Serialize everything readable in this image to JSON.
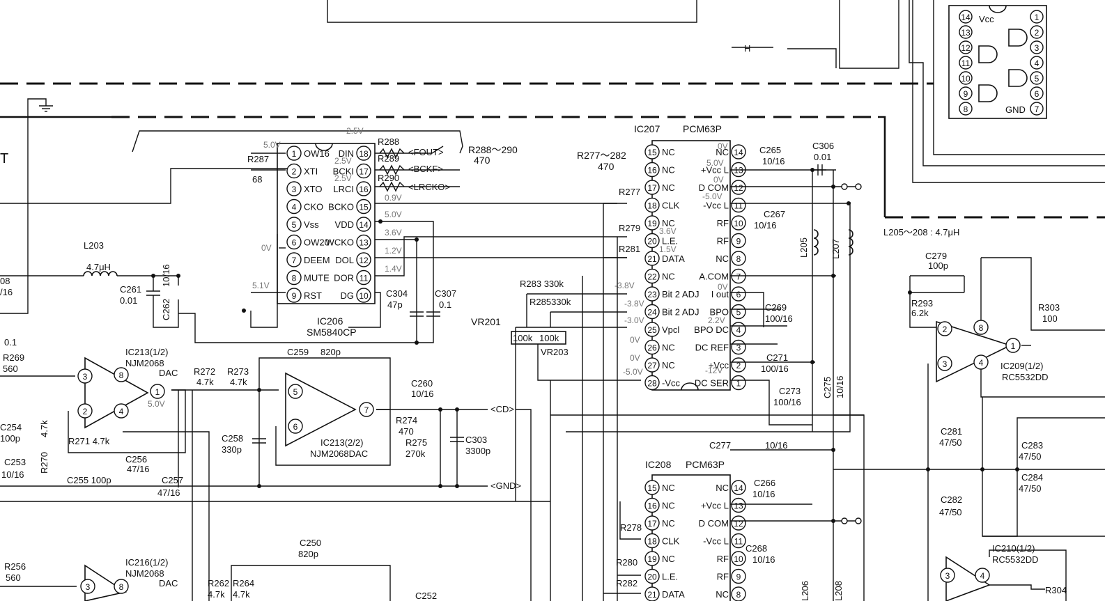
{
  "ic206": {
    "ref": "IC206",
    "part": "SM5840CP",
    "left_pins": [
      {
        "n": "1",
        "name": "OW16"
      },
      {
        "n": "2",
        "name": "XTI"
      },
      {
        "n": "3",
        "name": "XTO"
      },
      {
        "n": "4",
        "name": "CKO"
      },
      {
        "n": "5",
        "name": "Vss"
      },
      {
        "n": "6",
        "name": "OW20"
      },
      {
        "n": "7",
        "name": "DEEM"
      },
      {
        "n": "8",
        "name": "MUTE"
      },
      {
        "n": "9",
        "name": "RST"
      }
    ],
    "right_pins": [
      {
        "n": "18",
        "name": "DIN"
      },
      {
        "n": "17",
        "name": "BCKI"
      },
      {
        "n": "16",
        "name": "LRCI"
      },
      {
        "n": "15",
        "name": "BCKO"
      },
      {
        "n": "14",
        "name": "VDD"
      },
      {
        "n": "13",
        "name": "WCKO"
      },
      {
        "n": "12",
        "name": "DOL"
      },
      {
        "n": "11",
        "name": "DOR"
      },
      {
        "n": "10",
        "name": "DG"
      }
    ],
    "voltages": [
      "5.0V",
      "2.5V",
      "2.5V",
      "2.5V",
      "0.9V",
      "5.0V",
      "3.6V",
      "1.2V",
      "1.4V",
      "0V",
      "5.1V"
    ]
  },
  "ic207": {
    "ref": "IC207",
    "part": "PCM63P",
    "left_pins": [
      {
        "n": "15",
        "name": "NC"
      },
      {
        "n": "16",
        "name": "NC"
      },
      {
        "n": "17",
        "name": "NC"
      },
      {
        "n": "18",
        "name": "CLK"
      },
      {
        "n": "19",
        "name": "NC"
      },
      {
        "n": "20",
        "name": "L.E."
      },
      {
        "n": "21",
        "name": "DATA"
      },
      {
        "n": "22",
        "name": "NC"
      },
      {
        "n": "23",
        "name": "Bit 2 ADJ"
      },
      {
        "n": "24",
        "name": "Bit 2 ADJ"
      },
      {
        "n": "25",
        "name": "Vpcl"
      },
      {
        "n": "26",
        "name": "NC"
      },
      {
        "n": "27",
        "name": "NC"
      },
      {
        "n": "28",
        "name": "-Vcc"
      }
    ],
    "right_pins": [
      {
        "n": "14",
        "name": "NC"
      },
      {
        "n": "13",
        "name": "+Vcc L"
      },
      {
        "n": "12",
        "name": "D COM"
      },
      {
        "n": "11",
        "name": "-Vcc L"
      },
      {
        "n": "10",
        "name": "RF"
      },
      {
        "n": "9",
        "name": "RF"
      },
      {
        "n": "8",
        "name": "NC"
      },
      {
        "n": "7",
        "name": "A.COM"
      },
      {
        "n": "6",
        "name": "I out"
      },
      {
        "n": "5",
        "name": "BPO"
      },
      {
        "n": "4",
        "name": "BPO DC"
      },
      {
        "n": "3",
        "name": "DC REF"
      },
      {
        "n": "2",
        "name": "+Vcc"
      },
      {
        "n": "1",
        "name": "DC SER"
      }
    ],
    "voltages": [
      "0V",
      "5.0V",
      "0V",
      "-5.0V",
      "3.6V",
      "1.5V",
      "-3.8V",
      "-3.8V",
      "-3.0V",
      "0V",
      "0V",
      "-5.0V",
      "0V",
      "2.2V",
      "-12V"
    ]
  },
  "ic208": {
    "ref": "IC208",
    "part": "PCM63P",
    "left_pins": [
      {
        "n": "15",
        "name": "NC"
      },
      {
        "n": "16",
        "name": "NC"
      },
      {
        "n": "17",
        "name": "NC"
      },
      {
        "n": "18",
        "name": "CLK"
      },
      {
        "n": "19",
        "name": "NC"
      },
      {
        "n": "20",
        "name": "L.E."
      },
      {
        "n": "21",
        "name": "DATA"
      }
    ],
    "right_pins": [
      {
        "n": "14",
        "name": "NC"
      },
      {
        "n": "13",
        "name": "+Vcc L"
      },
      {
        "n": "12",
        "name": "D COM"
      },
      {
        "n": "11",
        "name": "-Vcc L"
      },
      {
        "n": "10",
        "name": "RF"
      },
      {
        "n": "9",
        "name": "RF"
      },
      {
        "n": "8",
        "name": "NC"
      }
    ]
  },
  "logic_ic": {
    "left_pins": [
      "14",
      "13",
      "12",
      "11",
      "10",
      "9",
      "8"
    ],
    "right_pins": [
      "1",
      "2",
      "3",
      "4",
      "5",
      "6",
      "7"
    ],
    "vcc_label": "Vcc",
    "gnd_label": "GND"
  },
  "opamps": [
    {
      "ref": "IC213(1/2)",
      "part": "NJM2068",
      "tag": "DAC",
      "pins": [
        "3",
        "2",
        "8",
        "4",
        "1"
      ]
    },
    {
      "ref": "IC213(2/2)",
      "part": "NJM2068DAC",
      "pins": [
        "5",
        "6",
        "7"
      ]
    },
    {
      "ref": "IC209(1/2)",
      "part": "RC5532DD",
      "pins": [
        "2",
        "3",
        "8",
        "4",
        "1"
      ]
    },
    {
      "ref": "IC210(1/2)",
      "part": "RC5532DD",
      "pins": [
        "3",
        "4"
      ]
    },
    {
      "ref": "IC216(1/2)",
      "part": "NJM2068",
      "tag": "DAC",
      "pins": [
        "3",
        "8"
      ]
    }
  ],
  "labels": {
    "r288_290": "R288～290",
    "r288_290_val": "470",
    "r277_282": "R277～282",
    "r277_282_val": "470",
    "l205_208": "L205～208 : 4.7μH",
    "fout": "<FOUT>",
    "bckf": "<BCKF>",
    "lrcko": "<LRCKO>",
    "cd": "<CD>",
    "gnd": "<GND>",
    "h": "H",
    "t": "T",
    "r288": "R288",
    "r289": "R289",
    "r290": "R290",
    "r287": "R287",
    "r287_val": "68",
    "l203": "L203",
    "l203_val": "4.7μH",
    "c261": "C261",
    "c261_val": "0.01",
    "c262": "C262",
    "c262_val": "10/16",
    "c304": "C304",
    "c304_val": "47p",
    "c307": "C307",
    "c307_val": "0.1",
    "r269": "R269",
    "r269_val": "560",
    "r272": "R272",
    "r272_val": "4.7k",
    "r273": "R273",
    "r273_val": "4.7k",
    "r271": "R271 4.7k",
    "r270": "R270",
    "r270_val": "4.7k",
    "c254": "C254",
    "c254_val": "100p",
    "c253": "C253",
    "c253_val": "10/16",
    "c255": "C255 100p",
    "c256": "C256",
    "c256_val": "47/16",
    "c257": "C257",
    "c257_val": "47/16",
    "c258": "C258",
    "c258_val": "330p",
    "c259": "C259",
    "c259_val": "820p",
    "c260": "C260",
    "c260_val": "10/16",
    "r274": "R274",
    "r274_val": "470",
    "r275": "R275",
    "r275_val": "270k",
    "c303": "C303",
    "c303_val": "3300p",
    "r283": "R283 330k",
    "r285": "R285330k",
    "vr201": "VR201",
    "vr203": "VR203",
    "vr_val_a": "100k",
    "vr_val_b": "100k",
    "r277": "R277",
    "r279": "R279",
    "r281": "R281",
    "r278": "R278",
    "r280": "R280",
    "r282": "R282",
    "c265": "C265",
    "c265_val": "10/16",
    "c306": "C306",
    "c306_val": "0.01",
    "c267": "C267",
    "c267_val": "10/16",
    "l205": "L205",
    "l207": "L207",
    "c269": "C269",
    "c269_val": "100/16",
    "c271": "C271",
    "c271_val": "100/16",
    "c273": "C273",
    "c273_val": "100/16",
    "c275": "C275",
    "c275_val": "10/16",
    "c277": "C277",
    "c277_val": "10/16",
    "c279": "C279",
    "c279_val": "100p",
    "r293": "R293",
    "r293_val": "6.2k",
    "r303": "R303",
    "r303_val": "100",
    "c281": "C281",
    "c281_val": "47/50",
    "c282": "C282",
    "c282_val": "47/50",
    "c283": "C283",
    "c283_val": "47/50",
    "c284": "C284",
    "c284_val": "47/50",
    "c266": "C266",
    "c266_val": "10/16",
    "c268": "C268",
    "c268_val": "10/16",
    "c250": "C250",
    "c250_val": "820p",
    "r256": "R256",
    "r256_val": "560",
    "r262": "R262",
    "r264": "R264",
    "r262_val": "4.7k",
    "r264_val": "4.7k",
    "r304": "R304",
    "l206": "L206",
    "l208": "L208",
    "c252": "C252",
    "frag_08": "08",
    "frag_16": "/16",
    "frag_01": "0.1",
    "v_ic213": "5.0V"
  }
}
